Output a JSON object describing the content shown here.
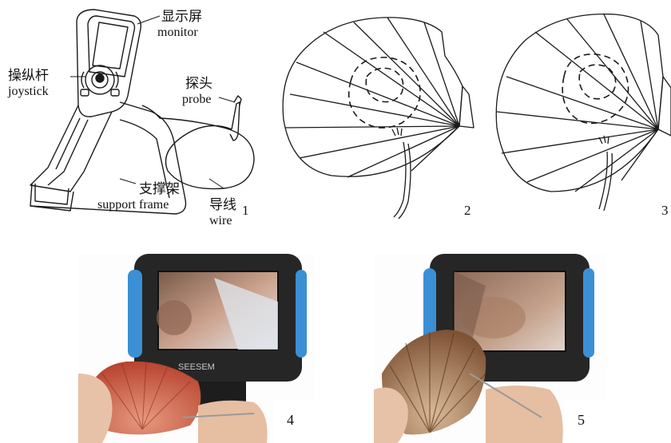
{
  "labels": {
    "monitor_zh": "显示屏",
    "monitor_en": "monitor",
    "joystick_zh": "操纵杆",
    "joystick_en": "joystick",
    "probe_zh": "探头",
    "probe_en": "probe",
    "support_zh": "支撑架",
    "support_en": "support frame",
    "wire_zh": "导线",
    "wire_en": "wire"
  },
  "panel_numbers": {
    "p1": "1",
    "p2": "2",
    "p3": "3",
    "p4": "4",
    "p5": "5"
  },
  "device_brand": "SEESEM",
  "colors": {
    "line": "#1a1a1a",
    "device_body": "#2a2a2a",
    "device_bumper": "#3b8fd4",
    "shell_red": "#c8503a",
    "shell_brown": "#9a6a45",
    "skin": "#e8c2a8"
  }
}
